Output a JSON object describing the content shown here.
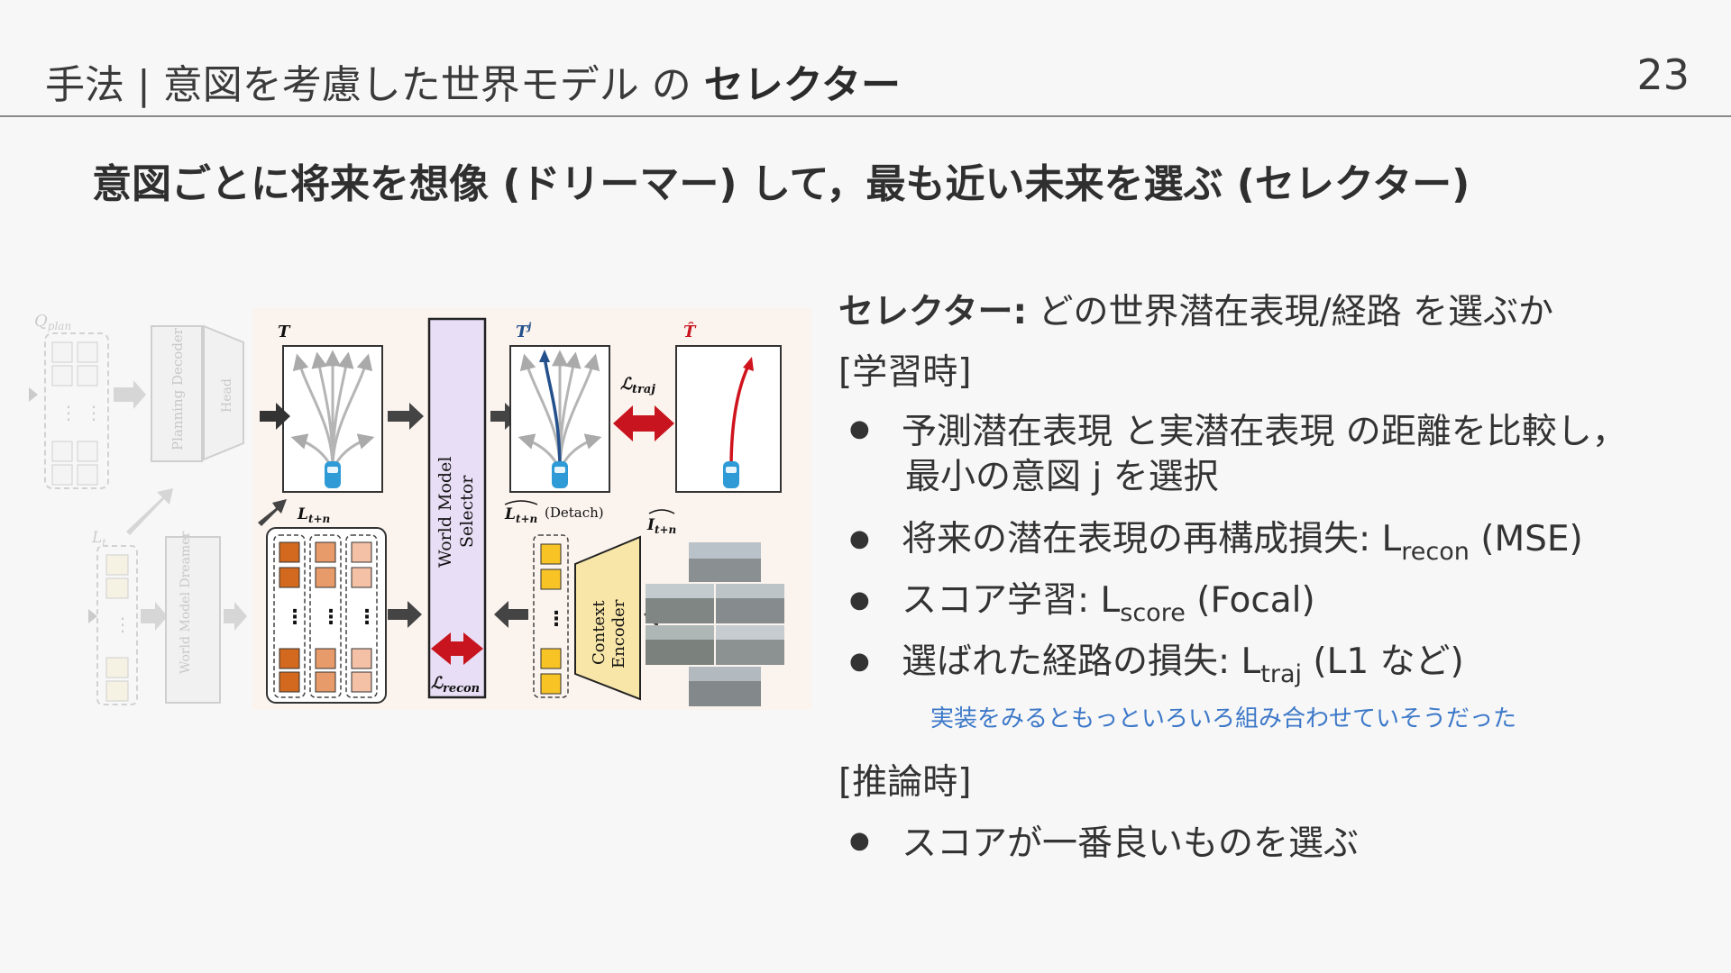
{
  "header": {
    "title_plain": "手法 | 意図を考慮した世界モデル の ",
    "title_bold": "セレクター",
    "page_number": "23"
  },
  "subtitle": "意図ごとに将来を想像 (ドリーマー) して，最も近い未来を選ぶ (セレクター)",
  "figure": {
    "q_plan": "Q",
    "q_plan_sub": "plan",
    "l_t_faded": "L",
    "l_t_faded_sub": "t",
    "planning_decoder": "Planning Decoder",
    "head": "Head",
    "world_model_dreamer": "World Model Dreamer",
    "world_model_selector": "World Model Selector",
    "T": "T",
    "T_j": "T",
    "T_j_sup": "j",
    "T_hat": "T̂",
    "l_traj": "ℒ",
    "l_traj_sub": "traj",
    "l_recon": "ℒ",
    "l_recon_sub": "recon",
    "l_tn": "L",
    "l_tn_sub": "t+n",
    "l_tn_hat": "L",
    "l_tn_hat_sub": "t+n",
    "detach": "(Detach)",
    "i_tn": "I",
    "i_tn_sub": "t+n",
    "context_encoder": "Context Encoder",
    "ellipsis": "⋮",
    "colors": {
      "selector_fill": "#e8def5",
      "dark_orange": "#d2691e",
      "mid_orange": "#e79a6a",
      "light_orange": "#f4c0a6",
      "yellow": "#f7c325",
      "encoder_fill": "#f8e6a8",
      "red_arrow": "#c8141e",
      "gray_arrow": "#555555",
      "blue_traj": "#24508c",
      "red_traj": "#d0141e"
    }
  },
  "panel": {
    "selector_label": "セレクター:",
    "selector_desc": " どの世界潜在表現/経路 を選ぶか",
    "training_label": "[学習時]",
    "b1_line1": "予測潜在表現 と実潜在表現 の距離を比較し，",
    "b1_line2": "最小の意図 j を選択",
    "b2_text": "将来の潜在表現の再構成損失: L",
    "b2_sub": "recon",
    "b2_after": " (MSE)",
    "b3_text": "スコア学習: L",
    "b3_sub": "score",
    "b3_after": " (Focal)",
    "b4_text": "選ばれた経路の損失: L",
    "b4_sub": "traj",
    "b4_after": " (L1 など)",
    "note": "実装をみるともっといろいろ組み合わせていそうだった",
    "inference_label": "[推論時]",
    "b5_text": "スコアが一番良いものを選ぶ",
    "bullet_char": "●"
  }
}
